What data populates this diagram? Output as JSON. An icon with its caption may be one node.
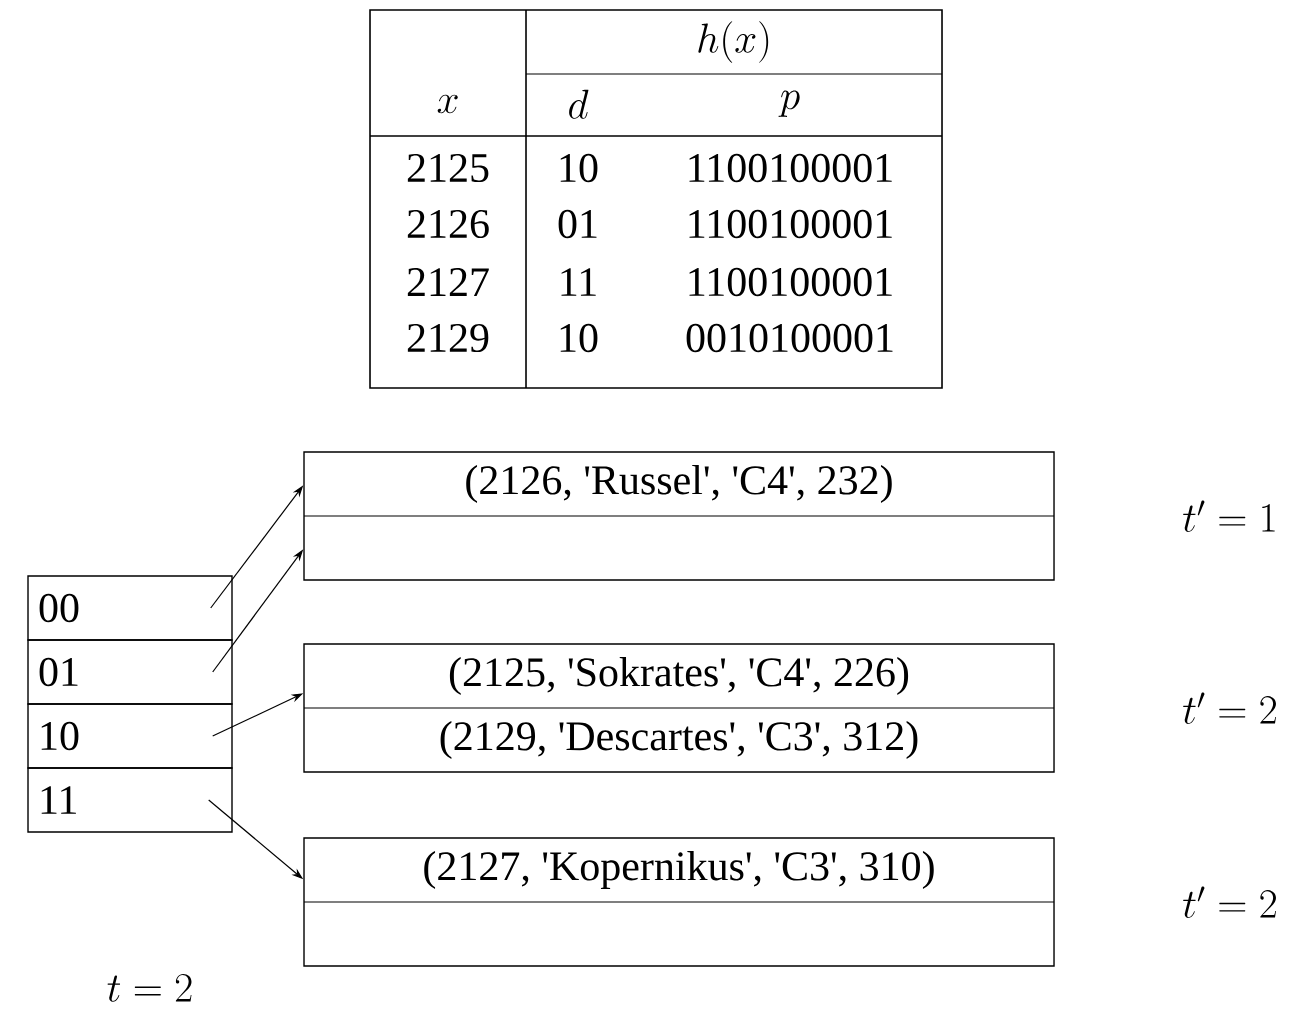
{
  "diagram": {
    "nodes": [
      {
        "text": [
          "00"
        ]
      },
      {
        "text": [
          "01"
        ]
      },
      {
        "text": [
          "10"
        ]
      },
      {
        "text": [
          "11"
        ]
      },
      {
        "text": [
          "(2126, 'Russel', 'C4', 232)"
        ]
      },
      {
        "text": [
          "(2125, 'Sokrates', 'C4', 226)",
          "(2129, 'Descartes', 'C3', 312)"
        ]
      },
      {
        "text": [
          "(2127, 'Kopernikus', 'C3', 310)"
        ]
      }
    ],
    "edges": [
      {
        "from": 0,
        "to": 4,
        "arrow": "to"
      },
      {
        "from": 1,
        "to": 4,
        "arrow": "to"
      },
      {
        "from": 2,
        "to": 5,
        "arrow": "to"
      },
      {
        "from": 3,
        "to": 6,
        "arrow": "to"
      }
    ],
    "labels": [
      "x",
      "h(x)",
      "d",
      "p",
      "2125",
      "10",
      "1100100001",
      "2126",
      "01",
      "1100100001",
      "2127",
      "11",
      "1100100001",
      "2129",
      "10",
      "0010100001",
      "t' = 1",
      "t' = 2",
      "t' = 2",
      "t = 2"
    ]
  }
}
